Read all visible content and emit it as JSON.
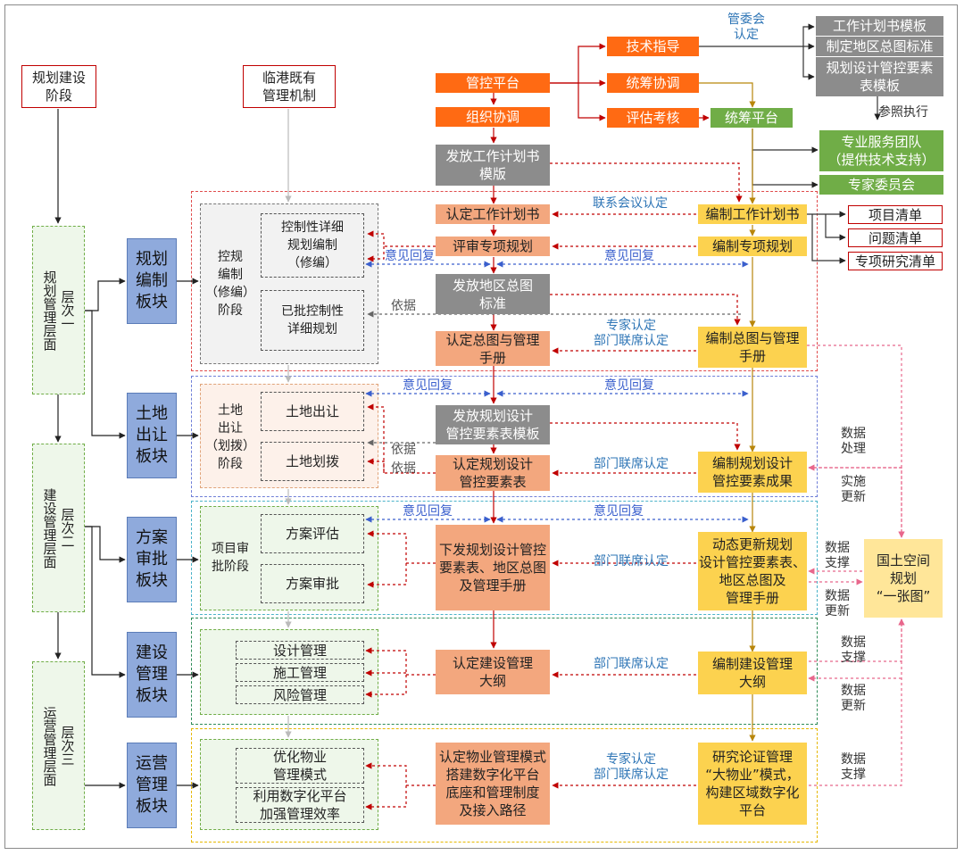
{
  "colors": {
    "orange": "#ff6a13",
    "salmon": "#f3a77e",
    "yellow": "#fcd24f",
    "gray": "#8c8c8c",
    "green": "#70ad47",
    "blue": "#8faadc",
    "red": "#c00000",
    "link_blue": "#2e75b6"
  },
  "left": {
    "stage": "规划建设\n阶段",
    "existing": "临港既有\n管理机制",
    "level1": "层次一\n规划管理层面",
    "level2": "层次二\n建设管理层面",
    "level3": "层次三\n运营管理层面"
  },
  "modules": {
    "plan": "规划\n编制\n板块",
    "land": "土地\n出让\n板块",
    "scheme": "方案\n审批\n板块",
    "build": "建设\n管理\n板块",
    "operate": "运营\n管理\n板块"
  },
  "phases": {
    "plan": "控规\n编制\n（修编）\n阶段",
    "plan_a": "控制性详细\n规划编制\n（修编）",
    "plan_b": "已批控制性\n详细规划",
    "land": "土地\n出让\n（划拨）\n阶段",
    "land_a": "土地出让",
    "land_b": "土地划拨",
    "scheme": "项目审\n批阶段",
    "scheme_a": "方案评估",
    "scheme_b": "方案审批",
    "build_a": "设计管理",
    "build_b": "施工管理",
    "build_c": "风险管理",
    "op_a": "优化物业\n管理模式",
    "op_b": "利用数字化平台\n加强管理效率"
  },
  "center": {
    "platform": "管控平台",
    "org": "组织协调",
    "issue_plan": "发放工作计划书\n模版",
    "confirm_plan": "认定工作计划书",
    "review_special": "评审专项规划",
    "issue_master": "发放地区总图\n标准",
    "confirm_master": "认定总图与管理\n手册",
    "issue_template": "发放规划设计\n管控要素表模板",
    "confirm_elements": "认定规划设计\n管控要素表",
    "distribute": "下发规划设计管控\n要素表、地区总图\n及管理手册",
    "confirm_outline": "认定建设管理\n大纲",
    "confirm_property": "认定物业管理模式\n搭建数字化平台\n底座和管理制度\n及接入路径"
  },
  "top": {
    "tech": "技术指导",
    "coord": "统筹协调",
    "eval": "评估考核",
    "coord_platform": "统筹平台",
    "committee_recog": "管委会\n认定",
    "tpl1": "工作计划书模板",
    "tpl2": "制定地区总图标准",
    "tpl3": "规划设计管控要素\n表模板",
    "ref": "参照执行",
    "team": "专业服务团队\n（提供技术支持）",
    "expert": "专家委员会"
  },
  "right": {
    "draft_plan": "编制工作计划书",
    "draft_special": "编制专项规划",
    "draft_master": "编制总图与管理\n手册",
    "draft_elements": "编制规划设计\n管控要素成果",
    "dynamic": "动态更新规划\n设计管控要素表、\n地区总图及\n管理手册",
    "draft_outline": "编制建设管理\n大纲",
    "research": "研究论证管理\n“大物业”模式，\n构建区域数字化\n平台",
    "list1": "项目清单",
    "list2": "问题清单",
    "list3": "专项研究清单",
    "onemap": "国土空间\n规划\n“一张图”"
  },
  "labels": {
    "joint_meeting": "联系会议认定",
    "feedback": "意见回复",
    "basis": "依据",
    "expert_joint": "专家认定\n部门联席认定",
    "dept_joint": "部门联席认定",
    "data_process": "数据\n处理",
    "impl_update": "实施\n更新",
    "data_support": "数据\n支撑",
    "data_update": "数据\n更新"
  }
}
